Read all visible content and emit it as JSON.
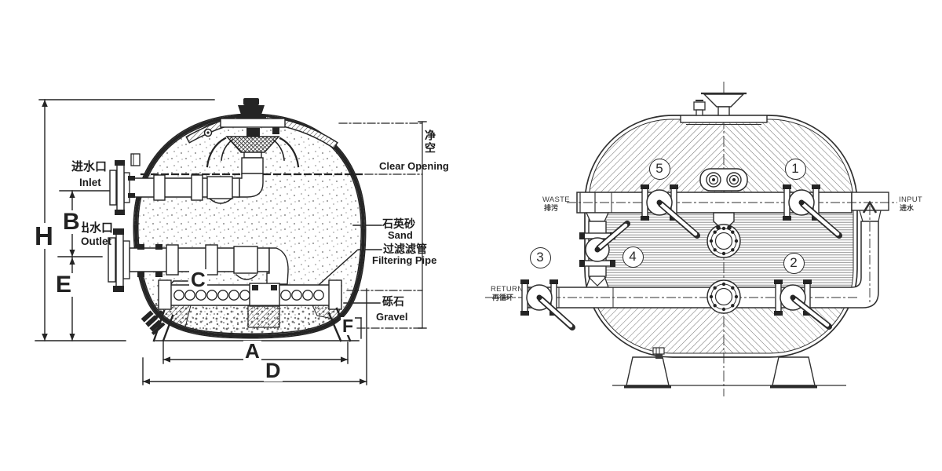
{
  "left_diagram": {
    "view": "section",
    "ports": {
      "inlet_cn": "进水口",
      "inlet_en": "Inlet",
      "outlet_cn": "出水口",
      "outlet_en": "Outlet"
    },
    "dimensions": {
      "h": "H",
      "b": "B",
      "e": "E",
      "c": "C",
      "a": "A",
      "d": "D",
      "f": "F"
    },
    "annotations": {
      "clear_opening_cn": "净空",
      "clear_opening_en": "Clear Opening",
      "sand_cn": "石英砂",
      "sand_en": "Sand",
      "filtering_pipe_cn": "过滤滤管",
      "filtering_pipe_en": "Filtering Pipe",
      "gravel_cn": "砾石",
      "gravel_en": "Gravel"
    }
  },
  "right_diagram": {
    "view": "front",
    "ports": {
      "waste_en": "WASTE",
      "waste_cn": "排污",
      "input_en": "INPUT",
      "input_cn": "进水",
      "return_en": "RETURN",
      "return_cn": "再循环"
    },
    "valve_numbers": {
      "v1": "1",
      "v2": "2",
      "v3": "3",
      "v4": "4",
      "v5": "5"
    }
  },
  "colors": {
    "background": "#ffffff",
    "line": "#2b2b2b",
    "hatch": "#6f6f6f"
  }
}
